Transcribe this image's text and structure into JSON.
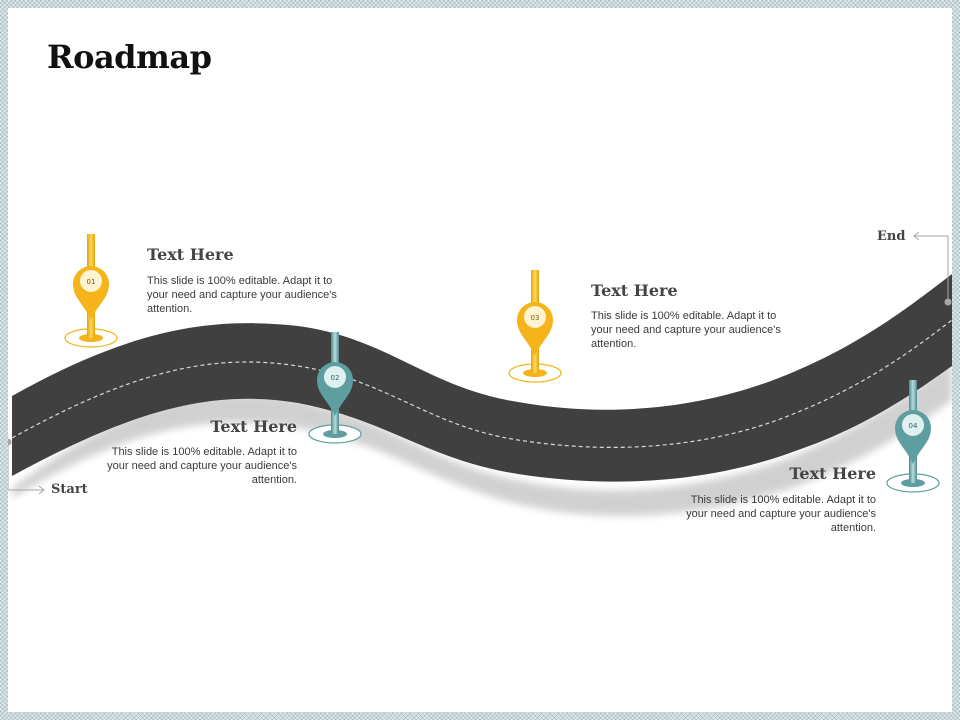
{
  "slide": {
    "title": "Roadmap",
    "start_label": "Start",
    "end_label": "End"
  },
  "milestones": [
    {
      "number": "01",
      "heading": "Text Here",
      "body": "This slide is 100% editable. Adapt it to your need and capture your audience's attention.",
      "color": "#f4b41a"
    },
    {
      "number": "02",
      "heading": "Text Here",
      "body": "This slide is 100% editable. Adapt it to your need and capture your audience's attention.",
      "color": "#5f9ea0"
    },
    {
      "number": "03",
      "heading": "Text Here",
      "body": "This slide is 100% editable. Adapt it to your need and capture your audience's attention.",
      "color": "#f4b41a"
    },
    {
      "number": "04",
      "heading": "Text Here",
      "body": "This slide is 100% editable. Adapt it to your need and capture your audience's attention.",
      "color": "#5f9ea0"
    }
  ],
  "colors": {
    "road": "#404040",
    "road_dash": "#d9d9d9",
    "yellow": "#f4b41a",
    "teal": "#5f9ea0",
    "connector": "#a6a6a6"
  }
}
